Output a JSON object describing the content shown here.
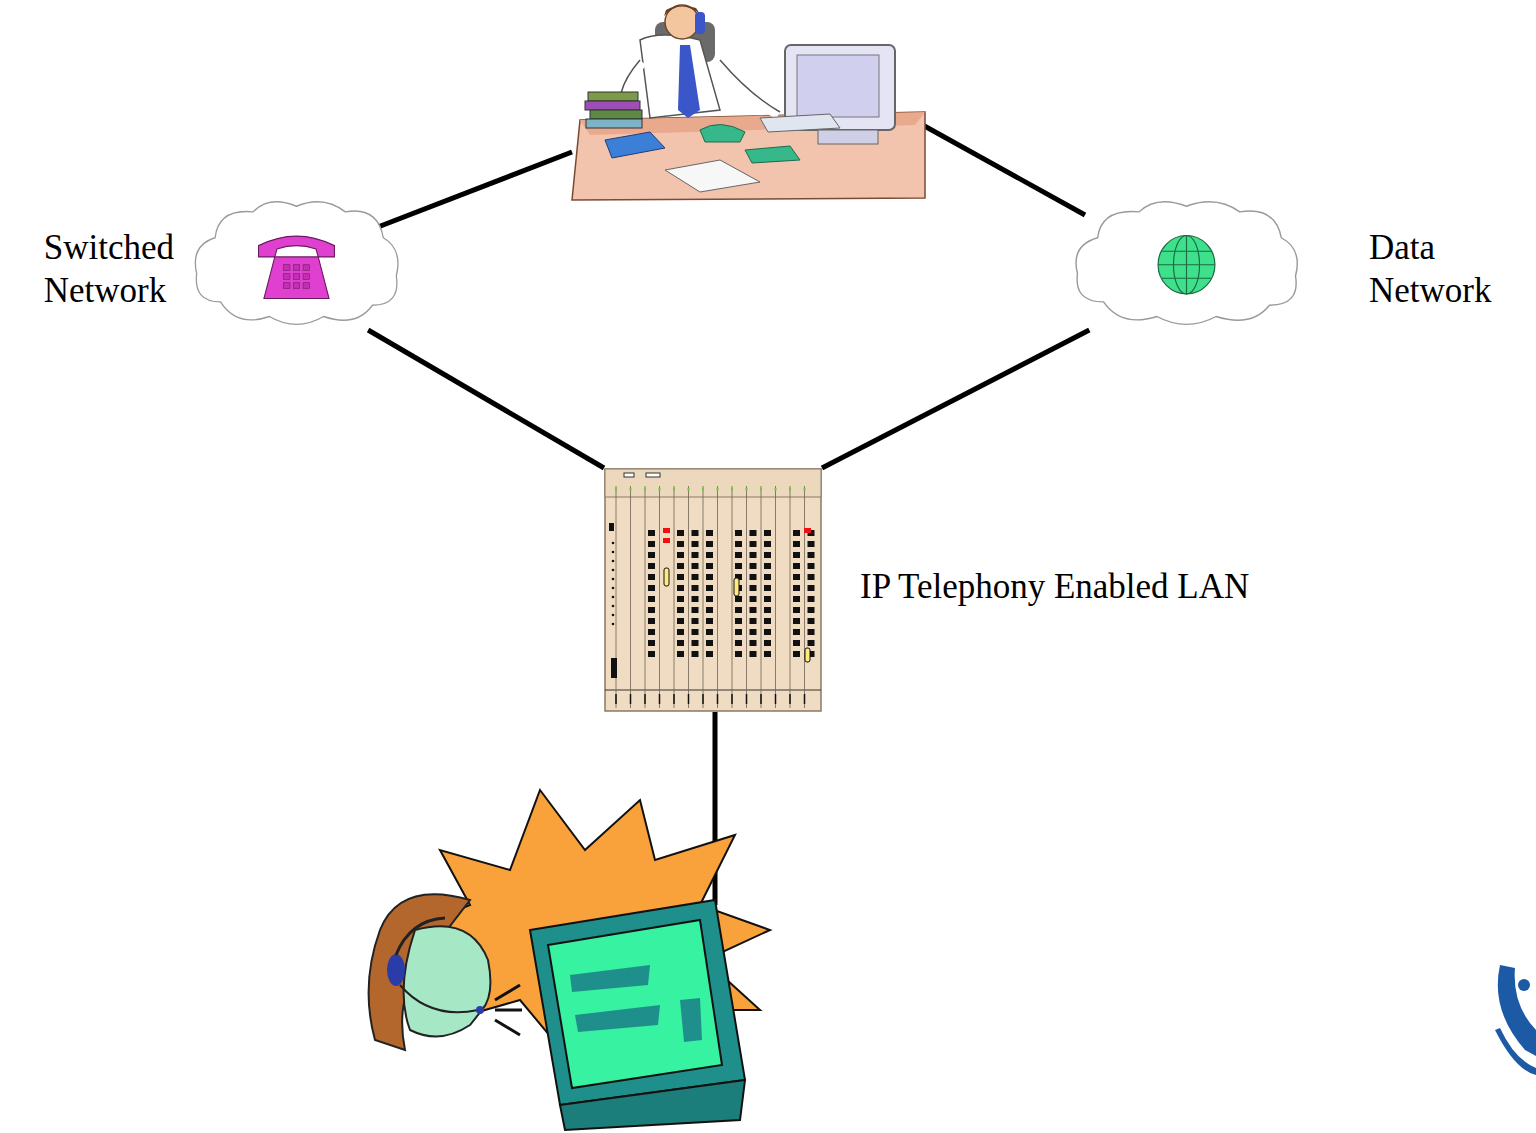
{
  "diagram": {
    "nodes": [
      {
        "text": [
          "Switched Network"
        ]
      },
      {
        "text": [
          "Data Network"
        ]
      },
      {
        "text": [
          "IP Telephony Enabled LAN"
        ]
      }
    ],
    "edges": [
      {
        "from": 0,
        "to": 2,
        "arrow": "none"
      },
      {
        "from": 1,
        "to": 2,
        "arrow": "none"
      }
    ]
  }
}
